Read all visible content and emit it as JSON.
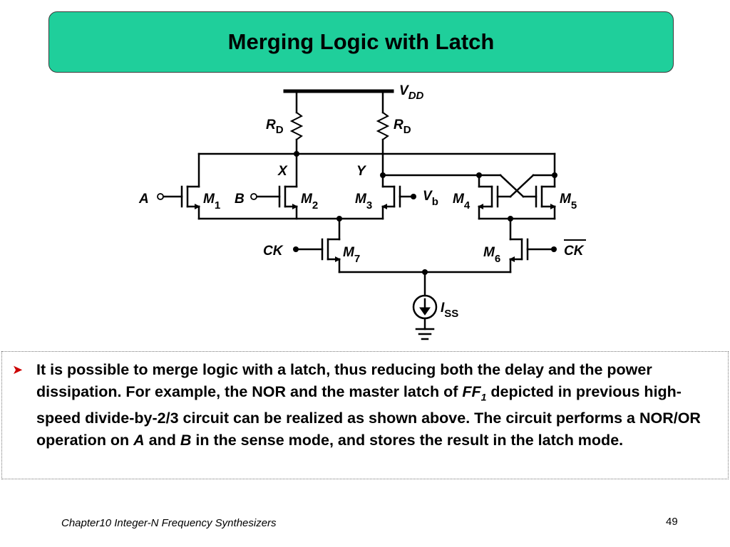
{
  "slide": {
    "title": "Merging Logic with Latch",
    "bullet": {
      "part1": "It is possible to merge logic with a latch, thus reducing both the delay and the power dissipation. For example, the NOR and the master latch of ",
      "ff_main": "FF",
      "ff_sub": "1",
      "part2": " depicted in previous high-speed divide-by-2/3 circuit can be realized as shown above. The circuit performs a NOR/OR operation on ",
      "a": "A",
      "and": " and ",
      "b": "B",
      "part3": " in the sense mode, and stores the result in the latch mode."
    },
    "footer": {
      "chapter": "Chapter10 Integer-N Frequency Synthesizers",
      "page": "49"
    }
  },
  "circuit": {
    "vdd": {
      "main": "V",
      "sub": "DD"
    },
    "rd": {
      "main": "R",
      "sub": "D"
    },
    "node_x": "X",
    "node_y": "Y",
    "input_a": "A",
    "input_b": "B",
    "vb": {
      "main": "V",
      "sub": "b"
    },
    "m1": {
      "main": "M",
      "sub": "1"
    },
    "m2": {
      "main": "M",
      "sub": "2"
    },
    "m3": {
      "main": "M",
      "sub": "3"
    },
    "m4": {
      "main": "M",
      "sub": "4"
    },
    "m5": {
      "main": "M",
      "sub": "5"
    },
    "m6": {
      "main": "M",
      "sub": "6"
    },
    "m7": {
      "main": "M",
      "sub": "7"
    },
    "ck": "CK",
    "ck_bar": "CK",
    "iss": {
      "main": "I",
      "sub": "SS"
    }
  }
}
